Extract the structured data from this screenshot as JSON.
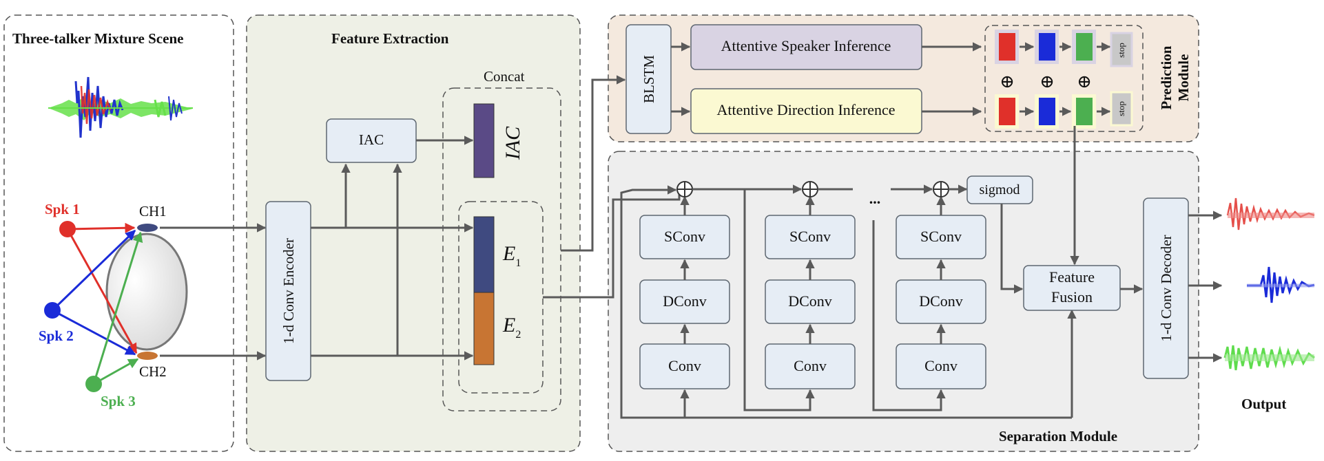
{
  "panels": {
    "mixture_title": "Three-talker Mixture Scene",
    "feature_title": "Feature Extraction",
    "concat_label": "Concat",
    "prediction_title_line1": "Prediction",
    "prediction_title_line2": "Module",
    "separation_title": "Separation Module",
    "output_label": "Output"
  },
  "scene": {
    "spk1": "Spk 1",
    "spk2": "Spk 2",
    "spk3": "Spk 3",
    "ch1": "CH1",
    "ch2": "CH2"
  },
  "blocks": {
    "encoder": "1-d Conv Encoder",
    "iac": "IAC",
    "iac_feature": "IAC",
    "e1": "E",
    "e1_sub": "1",
    "e2": "E",
    "e2_sub": "2",
    "blstm": "BLSTM",
    "speaker_inference": "Attentive Speaker Inference",
    "direction_inference": "Attentive Direction Inference",
    "stop_label": "stop",
    "plus": "⊕",
    "sconv": "SConv",
    "dconv": "DConv",
    "conv": "Conv",
    "ellipsis": "...",
    "sigmod": "sigmod",
    "fusion_line1": "Feature",
    "fusion_line2": "Fusion",
    "decoder": "1-d Conv Decoder"
  },
  "colors": {
    "speaker1": "#e0302a",
    "speaker2": "#1a2bd8",
    "speaker3": "#4caf50",
    "iac_bar": "#5a4a86",
    "e1_bar": "#3f4a80",
    "e2_bar": "#c87533",
    "mixture_bg": "#ffffff",
    "feature_bg": "#eef0e6",
    "prediction_bg": "#f4e9de",
    "separation_bg": "#eeeeee",
    "speaker_inference_bg": "#d9d3e3",
    "direction_inference_bg": "#fbf9d2"
  }
}
